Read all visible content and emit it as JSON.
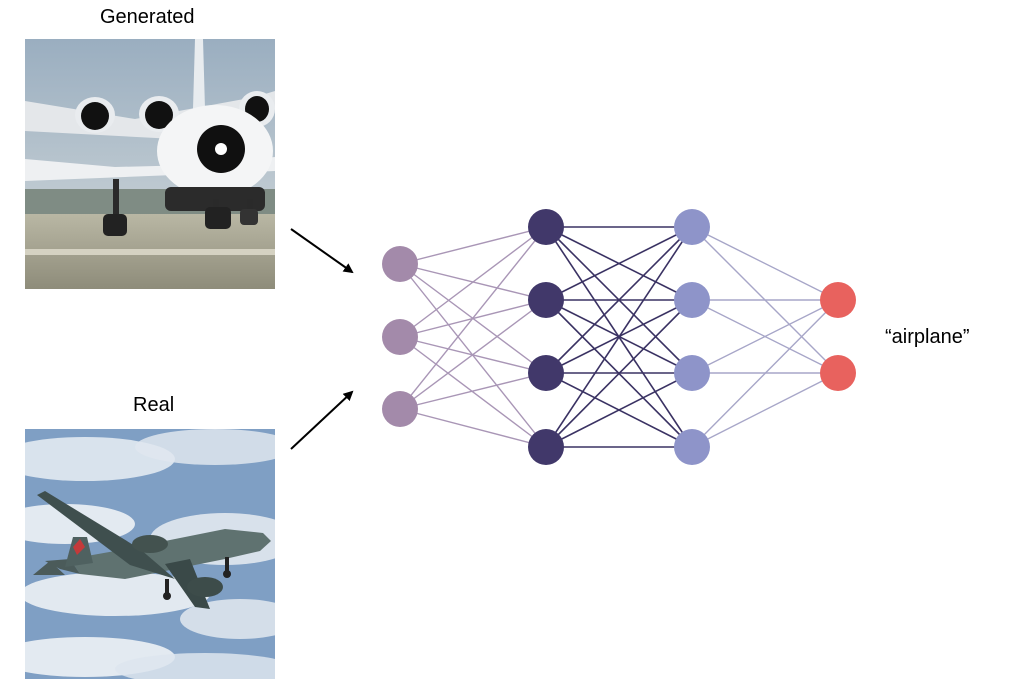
{
  "labels": {
    "generated": "Generated",
    "real": "Real",
    "output": "“airplane”"
  },
  "network": {
    "layers": [
      {
        "nodes": 3,
        "color": "#a38aaa"
      },
      {
        "nodes": 4,
        "color": "#41386a"
      },
      {
        "nodes": 4,
        "color": "#8e94c9"
      },
      {
        "nodes": 2,
        "color": "#e8625e"
      }
    ],
    "edge_colors": [
      "#a996b6",
      "#3a3263",
      "#a7a6c8"
    ]
  }
}
